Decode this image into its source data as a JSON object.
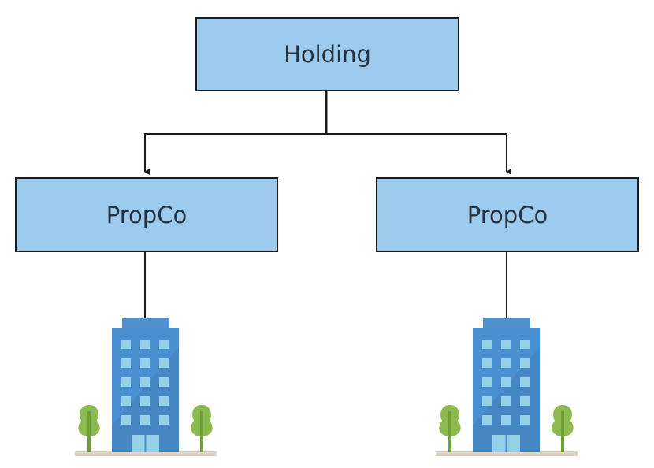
{
  "diagram": {
    "title": "",
    "nodes": [
      {
        "id": "holding",
        "label": "Holding"
      },
      {
        "id": "propco-left",
        "label": "PropCo"
      },
      {
        "id": "propco-right",
        "label": "PropCo"
      }
    ],
    "edges": [
      {
        "from": "holding",
        "to": "propco-left",
        "type": "arrow"
      },
      {
        "from": "holding",
        "to": "propco-right",
        "type": "arrow"
      },
      {
        "from": "propco-left",
        "to": "building-left",
        "type": "line"
      },
      {
        "from": "propco-right",
        "to": "building-right",
        "type": "line"
      }
    ],
    "icons": [
      {
        "id": "building-left",
        "icon": "office-building-icon"
      },
      {
        "id": "building-right",
        "icon": "office-building-icon"
      }
    ]
  },
  "colors": {
    "box_fill": "#9ccbee",
    "box_border": "#1b1b1b",
    "text": "#26323f",
    "building": "#4a8fd0",
    "building_cap": "#4f90cf",
    "window": "#94d0e6",
    "tree": "#8cba4f",
    "trunk": "#6f9f38",
    "ground": "#ddd5c8"
  }
}
